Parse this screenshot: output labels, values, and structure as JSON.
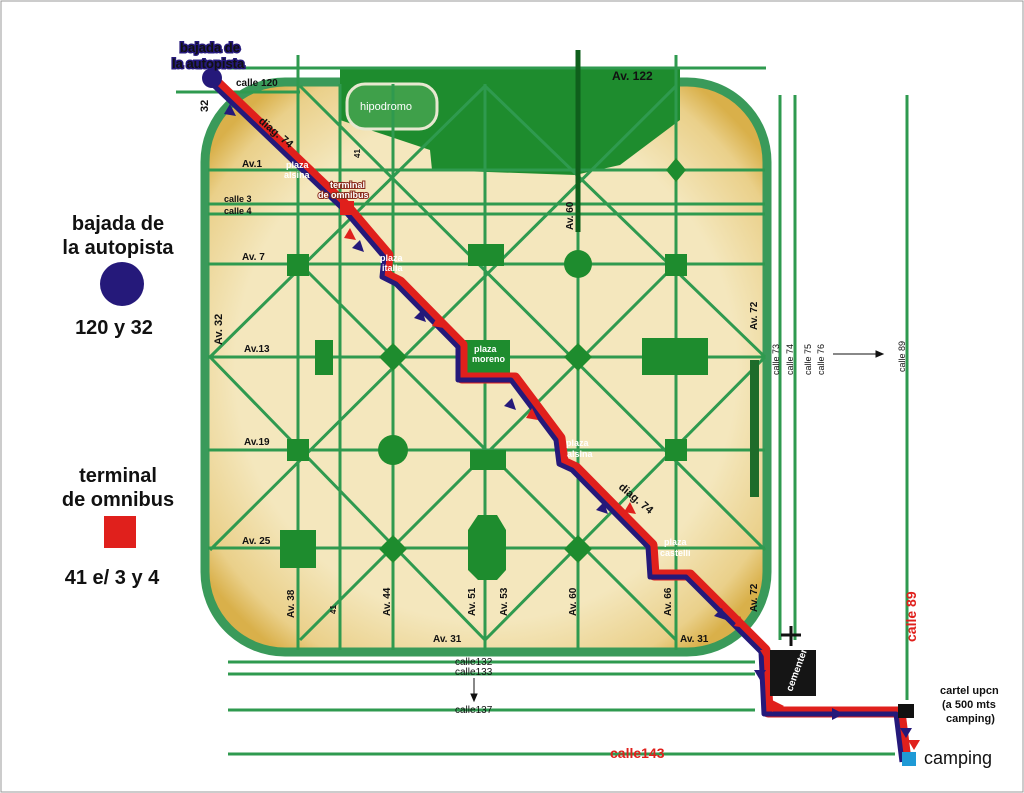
{
  "colors": {
    "green": "#2f9a4f",
    "park": "#1e8c2e",
    "route_blue": "#25197a",
    "route_red": "#e0201c",
    "sand": "#f1e2b0",
    "border": "#3a9a5a"
  },
  "top": {
    "autopista_label_line1": "bajada de",
    "autopista_label_line2": "la autopista",
    "calle120": "calle 120",
    "calle32": "32",
    "diag74": "diag. 74",
    "av122": "Av. 122",
    "hipodromo": "hipodromo"
  },
  "streets": {
    "av1": "Av.1",
    "calle3": "calle 3",
    "calle4": "calle 4",
    "av7": "Av. 7",
    "av13": "Av.13",
    "av19": "Av.19",
    "av25": "Av. 25",
    "av32": "Av. 32",
    "av38": "Av. 38",
    "c41top": "41",
    "c41bot": "41",
    "av44": "Av. 44",
    "av51": "Av. 51",
    "av53": "Av. 53",
    "av60": "Av. 60",
    "av60top": "Av. 60",
    "av66": "Av. 66",
    "av72": "Av. 72",
    "av72b": "Av. 72",
    "av31a": "Av. 31",
    "av31b": "Av. 31",
    "calle73": "calle 73",
    "calle74": "calle 74",
    "calle75": "calle 75",
    "calle76": "calle 76",
    "calle89small": "calle 89",
    "diag74b": "diag. 74",
    "calle132": "calle132",
    "calle133": "calle133",
    "calle137": "calle137",
    "calle143": "calle143",
    "calle89big": "calle 89"
  },
  "places": {
    "plaza_alsina_top_1": "plaza",
    "plaza_alsina_top_2": "alsina",
    "terminal_1": "terminal",
    "terminal_2": "de omnibus",
    "plaza_italia_1": "plaza",
    "plaza_italia_2": "italia",
    "plaza_moreno_1": "plaza",
    "plaza_moreno_2": "moreno",
    "plaza_alsina_1": "plaza",
    "plaza_alsina_2": "alsina",
    "plaza_castelli_1": "plaza",
    "plaza_castelli_2": "castelli",
    "cementerio": "cementerio",
    "cartel_1": "cartel upcn",
    "cartel_2": "(a 500 mts",
    "cartel_3": "camping)",
    "camping": "camping"
  },
  "legend": {
    "autopista_1": "bajada de",
    "autopista_2": "la autopista",
    "autopista_addr": "120 y 32",
    "terminal_1": "terminal",
    "terminal_2": "de omnibus",
    "terminal_addr": "41 e/ 3 y 4"
  }
}
